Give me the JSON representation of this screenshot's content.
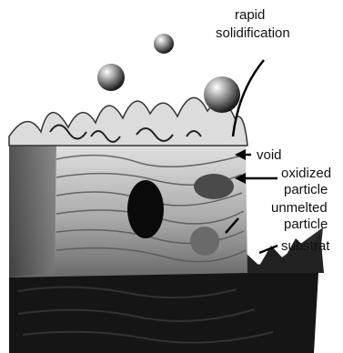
{
  "labels": {
    "rapid_solidification_line1": "rapid",
    "rapid_solidification_line2": "solidification",
    "void": "void",
    "oxidized_line1": "oxidized",
    "oxidized_line2": "particle",
    "unmelted_line1": "unmelted",
    "unmelted_line2": "particle",
    "substrate": "substrat"
  },
  "colors": {
    "background": "#ffffff",
    "coating_light": "#d9d9d9",
    "coating_mid": "#8a8a8a",
    "substrate_dark": "#151515",
    "text": "#111111"
  }
}
